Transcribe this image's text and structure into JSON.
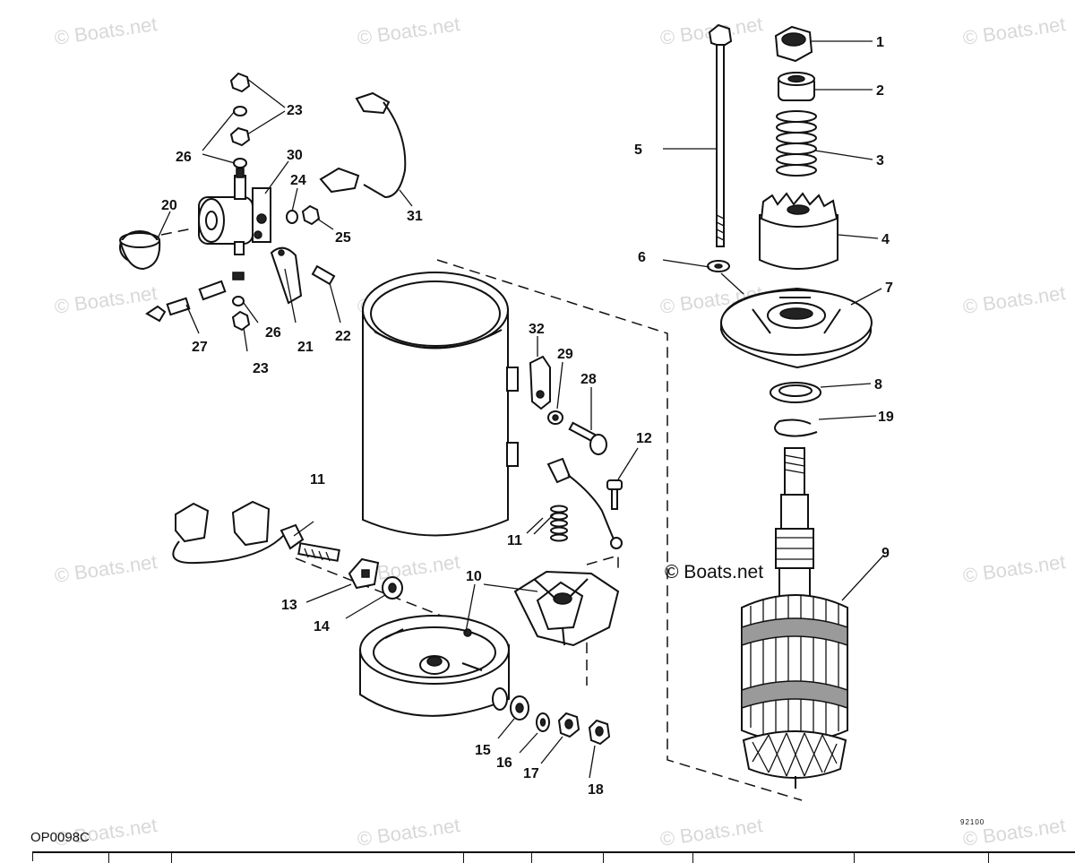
{
  "watermark": "© Boats.net",
  "drawing_code": "OP0098C",
  "small_code": "92100",
  "callouts": [
    "1",
    "2",
    "3",
    "4",
    "5",
    "6",
    "7",
    "8",
    "19",
    "9",
    "12",
    "28",
    "29",
    "32",
    "10",
    "11",
    "11",
    "13",
    "14",
    "15",
    "16",
    "17",
    "18",
    "20",
    "21",
    "22",
    "23",
    "23",
    "24",
    "25",
    "26",
    "26",
    "27",
    "30",
    "31"
  ],
  "parts": {
    "p1": "1",
    "p2": "2",
    "p3": "3",
    "p4": "4",
    "p5": "5",
    "p6": "6",
    "p7": "7",
    "p8": "8",
    "p9": "9",
    "p10": "10",
    "p11a": "11",
    "p11b": "11",
    "p12": "12",
    "p13": "13",
    "p14": "14",
    "p15": "15",
    "p16": "16",
    "p17": "17",
    "p18": "18",
    "p19": "19",
    "p20": "20",
    "p21": "21",
    "p22": "22",
    "p23a": "23",
    "p23b": "23",
    "p24": "24",
    "p25": "25",
    "p26a": "26",
    "p26b": "26",
    "p27": "27",
    "p28": "28",
    "p29": "29",
    "p30": "30",
    "p31": "31",
    "p32": "32"
  }
}
